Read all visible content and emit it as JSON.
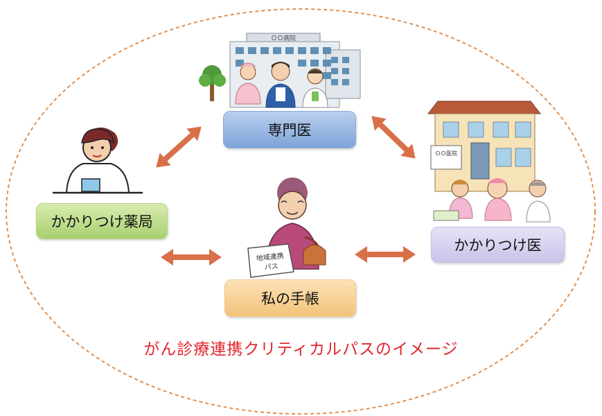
{
  "labels": {
    "specialist": "専門医",
    "pharmacy": "かかりつけ薬局",
    "family_doctor": "かかりつけ医",
    "my_notebook": "私の手帳"
  },
  "caption": "がん診療連携クリティカルパスのイメージ",
  "hospital_sign": "ＯＯ病院",
  "clinic_sign": "ＯＯ医院",
  "path_document": [
    "地域連携",
    "パス"
  ],
  "colors": {
    "arrow": "#d9704a",
    "dashed_oval": "#e09050",
    "caption": "#e3242b",
    "specialist_bg": "#9bb9e3",
    "pharmacy_bg": "#c2de92",
    "family_bg": "#d8d4f0",
    "notebook_bg": "#f7d29b"
  }
}
